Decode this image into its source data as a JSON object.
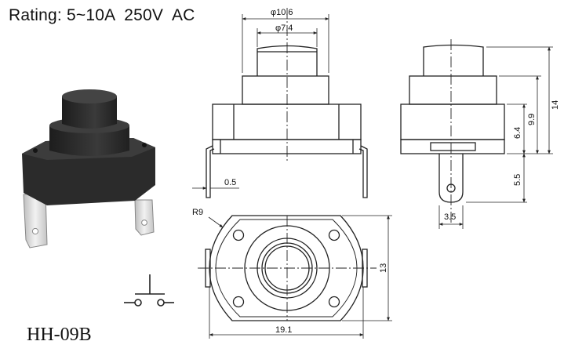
{
  "header": {
    "rating": "Rating: 5~10A  250V  AC"
  },
  "model": "HH-09B",
  "dimensions": {
    "outer_diameter": "φ10.6",
    "inner_diameter": "φ7.4",
    "terminal_thickness": "0.5",
    "corner_radius": "R9",
    "width": "19.1",
    "depth": "13",
    "height_total": "14",
    "height_body": "9.9",
    "height_base": "6.4",
    "terminal_length": "5.5",
    "terminal_width": "3.5"
  },
  "colors": {
    "line": "#222222",
    "body_dark": "#2a2a2a",
    "terminal": "#d9d9d9"
  },
  "icons": {
    "switch_symbol": "push-switch-symbol-icon",
    "product_photo": "switch-product-illustration"
  }
}
